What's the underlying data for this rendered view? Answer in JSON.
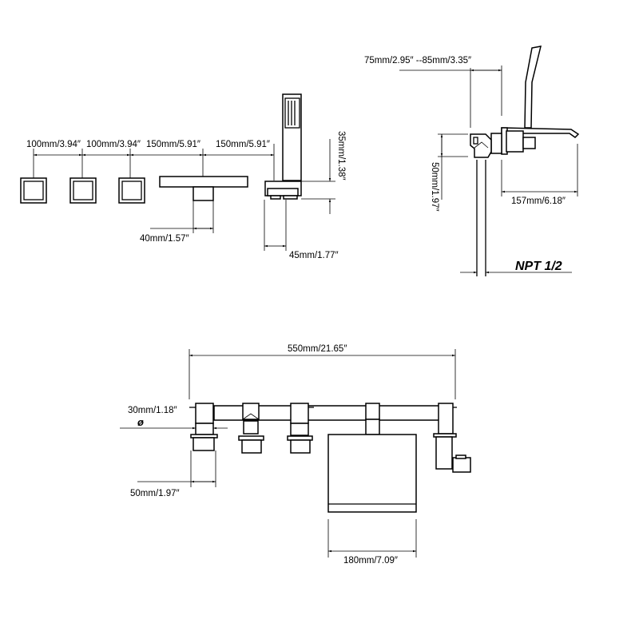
{
  "top_view": {
    "dims": [
      "100mm/3.94″",
      "100mm/3.94″",
      "150mm/5.91″",
      "150mm/5.91″"
    ],
    "spout_stem": "40mm/1.57″",
    "hand_shower_height": "35mm/1.38″",
    "hand_shower_base": "45mm/1.77″"
  },
  "side_view": {
    "projection": "75mm/2.95″ --85mm/3.35″",
    "height": "50mm/1.97″",
    "spout_reach": "157mm/6.18″",
    "thread": "NPT 1/2"
  },
  "front_view": {
    "overall_width": "550mm/21.65″",
    "diameter": "30mm/1.18″",
    "diameter_symbol": "ø",
    "base_width": "50mm/1.97″",
    "spout_width": "180mm/7.09″"
  },
  "colors": {
    "line": "#000000",
    "background": "#ffffff"
  }
}
